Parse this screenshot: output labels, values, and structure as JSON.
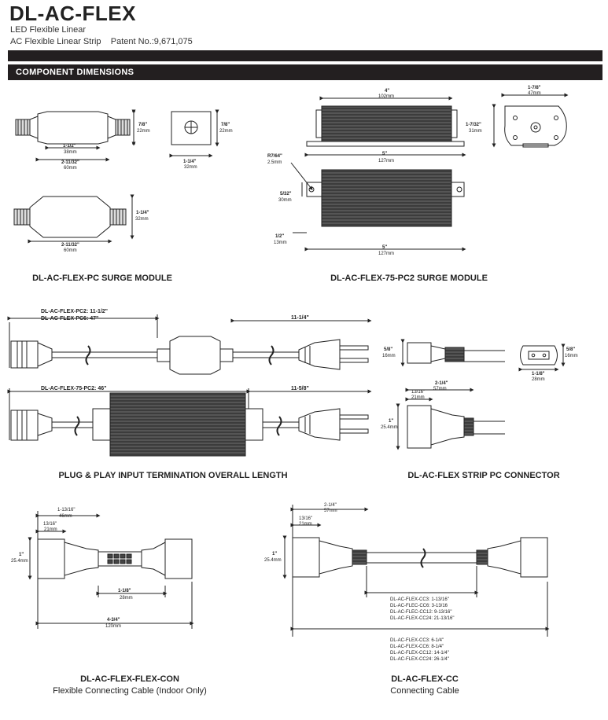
{
  "header": {
    "title": "DL-AC-FLEX",
    "subtitle1": "LED Flexible Linear",
    "subtitle2": "AC Flexible Linear Strip    Patent No.:9,671,075"
  },
  "section": {
    "label": "COMPONENT DIMENSIONS"
  },
  "surge_pc": {
    "caption": "DL-AC-FLEX-PC SURGE MODULE",
    "d_7_8": "7/8\"",
    "d_22mm": "22mm",
    "d_1_12": "1-1/2\"",
    "d_38mm": "38mm",
    "d_2_11_32": "2-11/32\"",
    "d_60mm": "60mm",
    "d_1_14": "1-1/4\"",
    "d_32mm": "32mm"
  },
  "surge_75": {
    "caption": "DL-AC-FLEX-75-PC2 SURGE MODULE",
    "d_4": "4\"",
    "d_102mm": "102mm",
    "d_1_78": "1-7/8\"",
    "d_47mm": "47mm",
    "d_1_732": "1-7/32\"",
    "d_31mm": "31mm",
    "d_5": "5\"",
    "d_127mm": "127mm",
    "d_r": "R7/64\"",
    "d_25mm": "2.5mm",
    "d_5_32": "5/32\"",
    "d_30mm": "30mm",
    "d_1_2": "1/2\"",
    "d_13mm": "13mm"
  },
  "plug": {
    "caption": "PLUG & PLAY INPUT TERMINATION OVERALL LENGTH",
    "pc2": "DL-AC-FLEX-PC2: 11-1/2\"",
    "pc6": "DL-AC-FLEX-PC6: 47\"",
    "d_11_14": "11-1/4\"",
    "pc75": "DL-AC-FLEX-75-PC2: 46\"",
    "d_11_58": "11-5/8\""
  },
  "strip": {
    "caption": "DL-AC-FLEX STRIP PC CONNECTOR",
    "d_5_8": "5/8\"",
    "d_16mm": "16mm",
    "d_1_18": "1-1/8\"",
    "d_28mm": "28mm",
    "d_2_14": "2-1/4\"",
    "d_57mm": "57mm",
    "d_13_16": "13/16\"",
    "d_21mm": "21mm",
    "d_1": "1\"",
    "d_254mm": "25.4mm"
  },
  "flexcon": {
    "caption": "DL-AC-FLEX-FLEX-CON",
    "subcaption": "Flexible Connecting Cable (Indoor Only)",
    "d_1_1316": "1-13/16\"",
    "d_46mm": "46mm",
    "d_13_16": "13/16\"",
    "d_21mm": "21mm",
    "d_1": "1\"",
    "d_254mm": "25.4mm",
    "d_1_18": "1-1/8\"",
    "d_28mm": "28mm",
    "d_4_34": "4-3/4\"",
    "d_120mm": "120mm"
  },
  "cc": {
    "caption": "DL-AC-FLEX-CC",
    "subcaption": "Connecting Cable",
    "d_2_14": "2-1/4\"",
    "d_57mm": "57mm",
    "d_13_16": "13/16\"",
    "d_21mm": "21mm",
    "d_1": "1\"",
    "d_254mm": "25.4mm",
    "list1": [
      "DL-AC-FLEX-CC3: 1-13/16\"",
      "DL-AC-FLEC-CC6: 3-13/16",
      "DL-AC-FLEC-CC12: 9-13/16\"",
      "DL-AC-FLEX-CC24: 21-13/16\""
    ],
    "list2": [
      "DL-AC-FLEX-CC3: 6-1/4\"",
      "DL-AC-FLEX-CC6: 8-1/4\"",
      "DL-AC-FLEX-CC12: 14-1/4\"",
      "DL-AC-FLEX-CC24: 26-1/4\""
    ]
  }
}
